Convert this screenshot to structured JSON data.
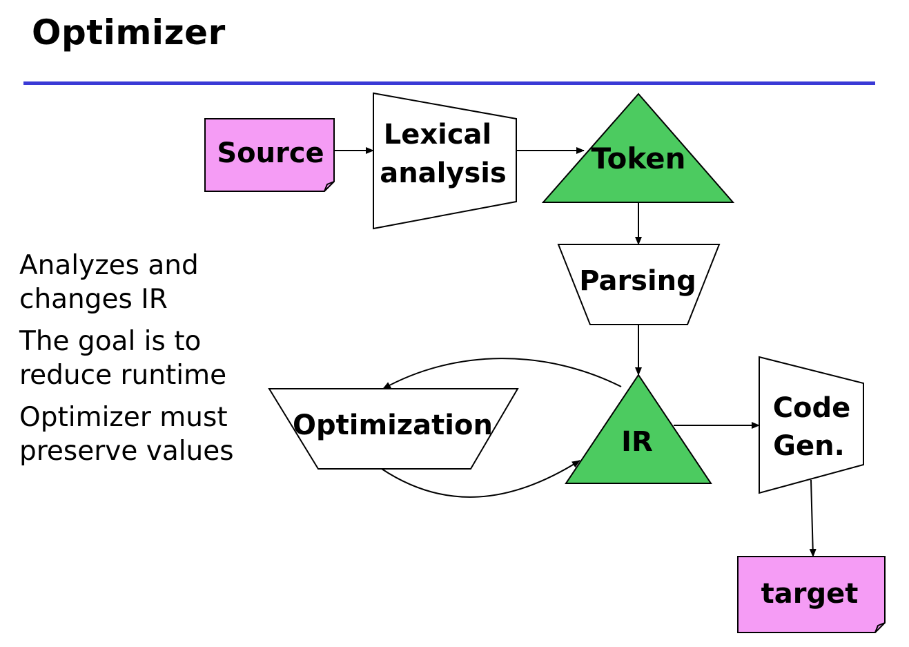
{
  "title": "Optimizer",
  "bullets": [
    "Analyzes and changes IR",
    "The goal is to reduce runtime",
    "Optimizer must preserve values"
  ],
  "colors": {
    "rule": "#3a3ad6",
    "document_fill": "#f59cf5",
    "triangle_fill": "#4ccb60"
  },
  "nodes": {
    "source": "Source",
    "lexical_line1": "Lexical",
    "lexical_line2": "analysis",
    "token": "Token",
    "parsing": "Parsing",
    "ir": "IR",
    "optimization": "Optimization",
    "codegen_line1": "Code",
    "codegen_line2": "Gen.",
    "target": "target"
  }
}
